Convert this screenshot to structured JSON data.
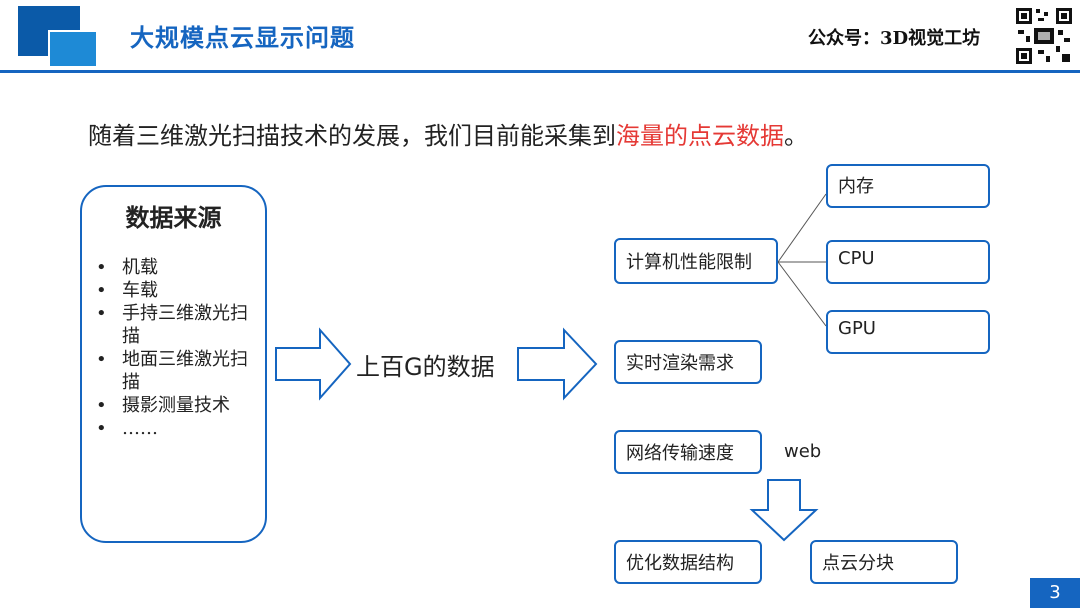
{
  "header": {
    "title": "大规模点云显示问题",
    "account": "公众号：3D视觉工坊"
  },
  "intro": {
    "text_before": "随着三维激光扫描技术的发展，我们目前能采集到",
    "highlight": "海量的点云数据",
    "text_after": "。",
    "highlight_color": "#e53935"
  },
  "source": {
    "title": "数据来源",
    "items": [
      "机载",
      "车载",
      "手持三维激光扫描",
      "地面三维激光扫描",
      "摄影测量技术",
      "……"
    ]
  },
  "middle_label": "上百G的数据",
  "issues": {
    "performance": "计算机性能限制",
    "realtime": "实时渲染需求",
    "network": "网络传输速度",
    "network_note": "web"
  },
  "hardware": [
    "内存",
    "CPU",
    "GPU"
  ],
  "solutions": [
    "优化数据结构",
    "点云分块"
  ],
  "page_number": "3",
  "colors": {
    "accent": "#1565c0",
    "highlight": "#e53935"
  }
}
